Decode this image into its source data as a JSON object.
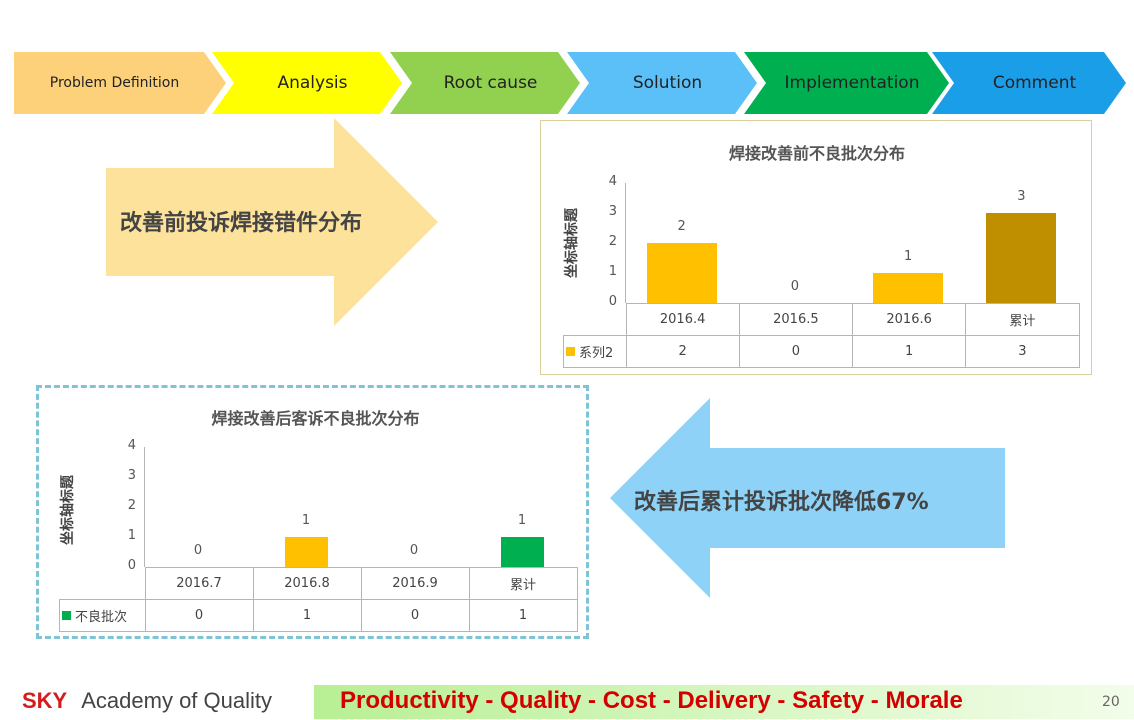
{
  "process_steps": [
    {
      "label": "Problem Definition",
      "color": "#fdd17a"
    },
    {
      "label": "Analysis",
      "color": "#ffff00"
    },
    {
      "label": "Root cause",
      "color": "#92d050"
    },
    {
      "label": "Solution",
      "color": "#5bc0f8"
    },
    {
      "label": "Implementation",
      "color": "#00b050"
    },
    {
      "label": "Comment",
      "color": "#1b9ee8"
    }
  ],
  "arrow_right": {
    "text": "改善前投诉焊接错件分布",
    "color": "#fde29b"
  },
  "arrow_left": {
    "text": "改善后累计投诉批次降低67%",
    "color": "#8ed3f7"
  },
  "chart_top": {
    "ylabel": "坐标轴标题",
    "legend_color": "#ffc000"
  },
  "chart_bottom": {
    "ylabel": "坐标轴标题",
    "legend_color": "#00b050"
  },
  "chart_data": [
    {
      "type": "bar",
      "title": "焊接改善前不良批次分布",
      "categories": [
        "2016.4",
        "2016.5",
        "2016.6",
        "累计"
      ],
      "series": [
        {
          "name": "系列2",
          "values": [
            2,
            0,
            1,
            3
          ]
        }
      ],
      "bar_colors": [
        "#ffc000",
        "#ffc000",
        "#ffc000",
        "#bf8f00"
      ],
      "ylabel": "坐标轴标题",
      "ylim": [
        0,
        4
      ],
      "yticks": [
        0,
        1,
        2,
        3,
        4
      ],
      "grid": false,
      "data_table": true
    },
    {
      "type": "bar",
      "title": "焊接改善后客诉不良批次分布",
      "categories": [
        "2016.7",
        "2016.8",
        "2016.9",
        "累计"
      ],
      "series": [
        {
          "name": "不良批次",
          "values": [
            0,
            1,
            0,
            1
          ]
        }
      ],
      "bar_colors": [
        "#ffc000",
        "#ffc000",
        "#ffc000",
        "#00b050"
      ],
      "ylabel": "坐标轴标题",
      "ylim": [
        0,
        4
      ],
      "yticks": [
        0,
        1,
        2,
        3,
        4
      ],
      "grid": false,
      "data_table": true
    }
  ],
  "footer": {
    "brand": "SKY",
    "brand_rest": "Academy of Quality",
    "slogan": "Productivity  - Quality  - Cost   - Delivery  - Safety  - Morale",
    "page_number": "20"
  }
}
